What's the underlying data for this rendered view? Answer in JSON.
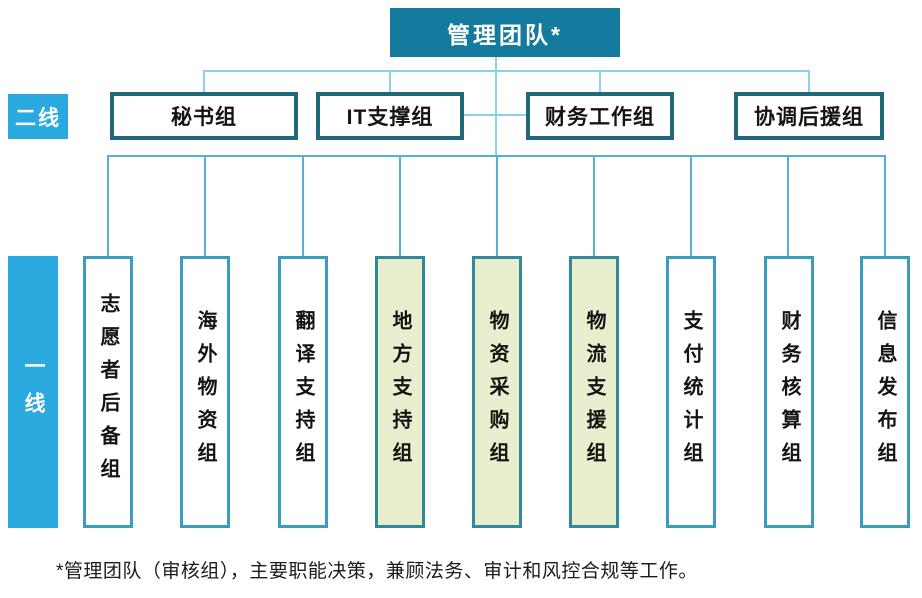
{
  "colors": {
    "top_box": "#147a9e",
    "tier_label": "#29a9de",
    "tier2_border": "#20697a",
    "col_border": "#3b9cbe",
    "col_border_green": "#2f8a9b",
    "green_fill": "#e9efce",
    "line_upper": "#8bd4e8",
    "line_lower": "#55b0d2"
  },
  "root": {
    "title": "管理团队*"
  },
  "tier2": {
    "label": "二线",
    "groups": [
      "秘书组",
      "IT支撑组",
      "财务工作组",
      "协调后援组"
    ]
  },
  "tier1": {
    "label": "一线",
    "groups": [
      {
        "name": "志愿者后备组",
        "highlighted": false
      },
      {
        "name": "海外物资组",
        "highlighted": false
      },
      {
        "name": "翻译支持组",
        "highlighted": false
      },
      {
        "name": "地方支持组",
        "highlighted": true
      },
      {
        "name": "物资采购组",
        "highlighted": true
      },
      {
        "name": "物流支援组",
        "highlighted": true
      },
      {
        "name": "支付统计组",
        "highlighted": false
      },
      {
        "name": "财务核算组",
        "highlighted": false
      },
      {
        "name": "信息发布组",
        "highlighted": false
      }
    ]
  },
  "footnote": "*管理团队（审核组），主要职能决策，兼顾法务、审计和风控合规等工作。"
}
